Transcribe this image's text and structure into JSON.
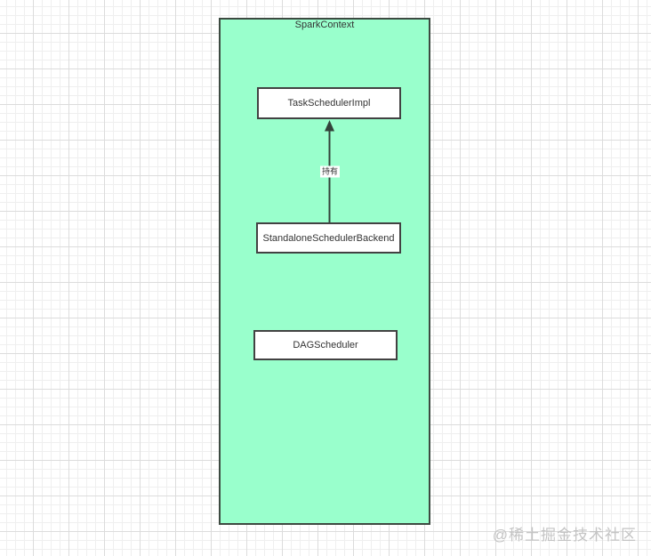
{
  "diagram": {
    "container": {
      "title": "SparkContext",
      "fill": "#99ffcc",
      "border": "#3d4a41"
    },
    "nodes": [
      {
        "id": "task-scheduler-impl",
        "label": "TaskSchedulerImpl"
      },
      {
        "id": "standalone-scheduler-backend",
        "label": "StandaloneSchedulerBackend"
      },
      {
        "id": "dag-scheduler",
        "label": "DAGScheduler"
      }
    ],
    "edges": [
      {
        "from": "StandaloneSchedulerBackend",
        "to": "TaskSchedulerImpl",
        "label": "持有",
        "direction": "up",
        "color": "#33423a"
      }
    ],
    "colors": {
      "node_fill": "#ffffff",
      "node_border": "#424242",
      "grid_minor": "#efefef",
      "grid_major": "#dcdcdc",
      "text": "#333333"
    }
  },
  "watermark": {
    "text": "@稀土掘金技术社区"
  }
}
